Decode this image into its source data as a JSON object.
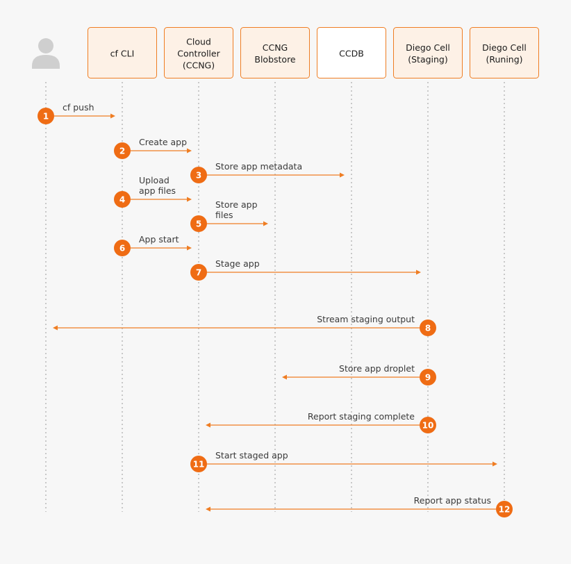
{
  "participants": [
    {
      "id": "user",
      "kind": "actor",
      "icon": "user-icon"
    },
    {
      "id": "cf-cli",
      "lines": [
        "cf CLI"
      ]
    },
    {
      "id": "ccng",
      "lines": [
        "Cloud",
        "Controller",
        "(CCNG)"
      ]
    },
    {
      "id": "blobstore",
      "lines": [
        "CCNG",
        "Blobstore"
      ]
    },
    {
      "id": "ccdb",
      "lines": [
        "CCDB"
      ],
      "fill": "white"
    },
    {
      "id": "diego-staging",
      "lines": [
        "Diego Cell",
        "(Staging)"
      ]
    },
    {
      "id": "diego-running",
      "lines": [
        "Diego Cell",
        "(Runing)"
      ]
    }
  ],
  "messages": [
    {
      "num": "1",
      "from": "user",
      "to": "cf-cli",
      "label": [
        "cf push"
      ]
    },
    {
      "num": "2",
      "from": "cf-cli",
      "to": "ccng",
      "label": [
        "Create app"
      ]
    },
    {
      "num": "3",
      "from": "ccng",
      "to": "ccdb",
      "label": [
        "Store app metadata"
      ]
    },
    {
      "num": "4",
      "from": "cf-cli",
      "to": "ccng",
      "label": [
        "Upload",
        "app files"
      ]
    },
    {
      "num": "5",
      "from": "ccng",
      "to": "blobstore",
      "label": [
        "Store app",
        "files"
      ]
    },
    {
      "num": "6",
      "from": "cf-cli",
      "to": "ccng",
      "label": [
        "App start"
      ]
    },
    {
      "num": "7",
      "from": "ccng",
      "to": "diego-staging",
      "label": [
        "Stage app"
      ]
    },
    {
      "num": "8",
      "from": "diego-staging",
      "to": "user",
      "label": [
        "Stream staging output"
      ]
    },
    {
      "num": "9",
      "from": "diego-staging",
      "to": "blobstore",
      "label": [
        "Store app droplet"
      ]
    },
    {
      "num": "10",
      "from": "diego-staging",
      "to": "ccng",
      "label": [
        "Report staging complete"
      ]
    },
    {
      "num": "11",
      "from": "ccng",
      "to": "diego-running",
      "label": [
        "Start staged app"
      ]
    },
    {
      "num": "12",
      "from": "diego-running",
      "to": "ccng",
      "label": [
        "Report app status"
      ]
    }
  ],
  "colors": {
    "accent": "#ef6c14",
    "box_fill": "#fdf1e6",
    "box_stroke": "#ef7d22",
    "lifeline": "#9a9a9a"
  }
}
